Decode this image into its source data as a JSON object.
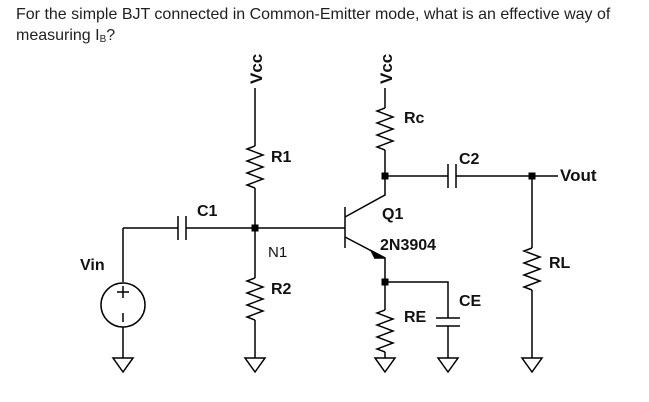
{
  "question": {
    "text_before": "For the simple BJT connected in Common-Emitter mode, what is an effective way of measuring I",
    "subscript": "B",
    "text_after": "?"
  },
  "circuit": {
    "labels": {
      "vcc_left": "Vcc",
      "vcc_right": "Vcc",
      "rc": "Rc",
      "r1": "R1",
      "c2": "C2",
      "vout": "Vout",
      "c1": "C1",
      "q1": "Q1",
      "transistor_model": "2N3904",
      "n1": "N1",
      "vin": "Vin",
      "rl": "RL",
      "r2": "R2",
      "ce": "CE",
      "re": "RE"
    }
  }
}
